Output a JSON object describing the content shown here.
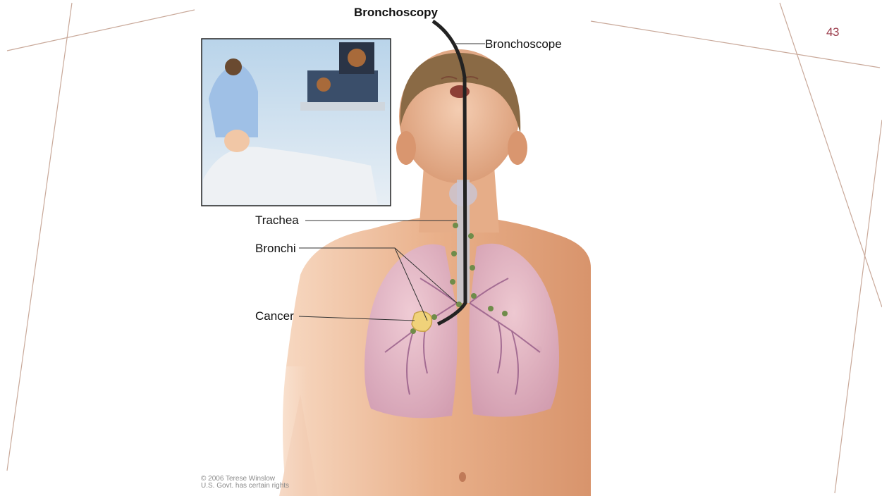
{
  "slide": {
    "number": "43"
  },
  "figure": {
    "title": "Bronchoscopy",
    "labels": {
      "bronchoscope": "Bronchoscope",
      "trachea": "Trachea",
      "bronchi": "Bronchi",
      "cancer": "Cancer"
    },
    "credit": {
      "line1": "© 2006 Terese Winslow",
      "line2": "U.S. Govt. has certain rights"
    }
  },
  "colors": {
    "accent_lines": "#c9a99a",
    "slide_number": "#9a3b4a",
    "skin": "#e8b08c",
    "lung": "#d7a8c1",
    "airway": "#6f8c4a",
    "scope": "#222222"
  }
}
